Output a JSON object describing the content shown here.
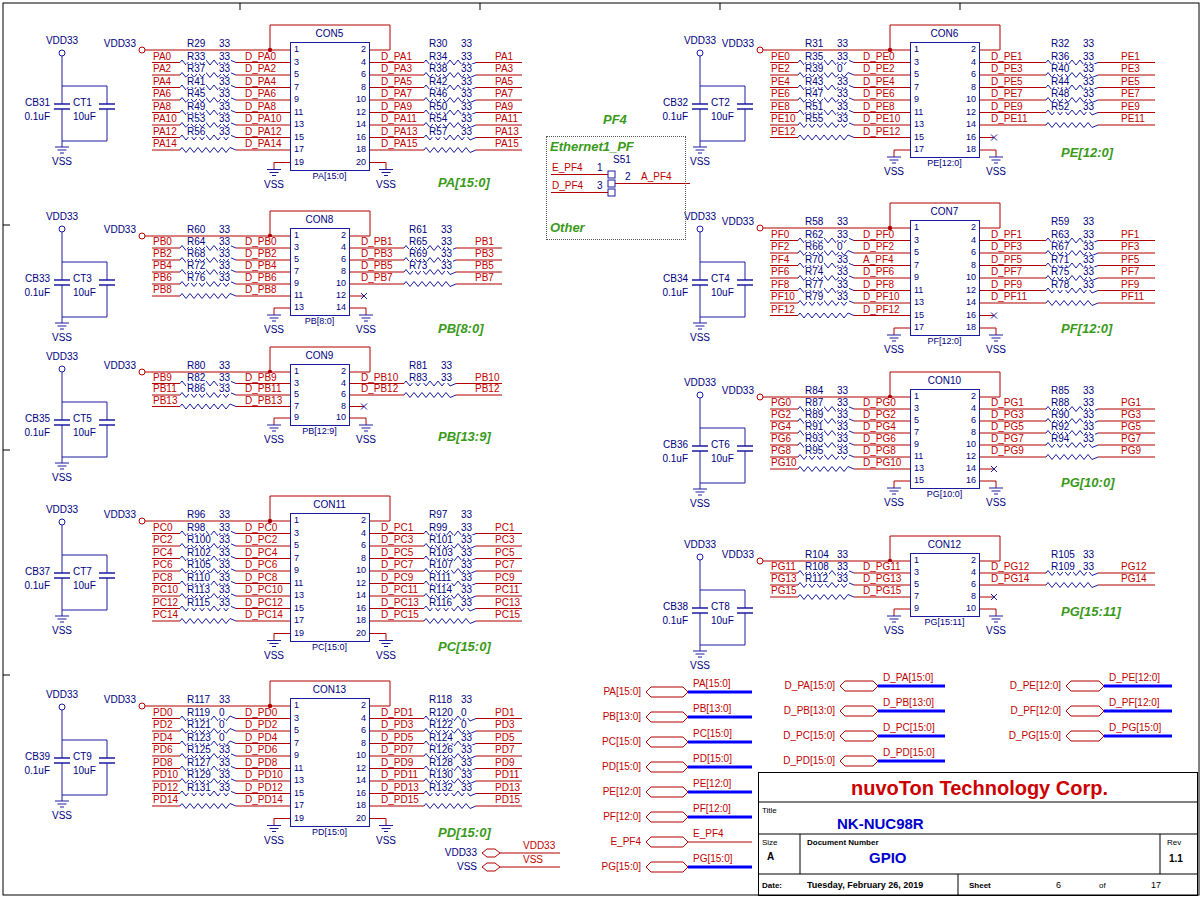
{
  "diagram": {
    "nodes": [
      {
        "text": [
          "CON5",
          "1",
          "2",
          "3",
          "4",
          "5",
          "6",
          "7",
          "8",
          "9",
          "10",
          "11",
          "12",
          "13",
          "14",
          "15",
          "16",
          "17",
          "18",
          "19",
          "20",
          "PA[15:0]"
        ]
      },
      {
        "text": [
          "PF4",
          "Ethernet1_PF",
          "Other"
        ]
      },
      {
        "text": [
          "CON6",
          "1",
          "2",
          "3",
          "4",
          "5",
          "6",
          "7",
          "8",
          "9",
          "10",
          "11",
          "12",
          "13",
          "14",
          "15",
          "16",
          "17",
          "18",
          "PE[12:0]"
        ]
      },
      {
        "text": [
          "CON8",
          "1",
          "2",
          "3",
          "4",
          "5",
          "6",
          "7",
          "8",
          "9",
          "10",
          "11",
          "12",
          "13",
          "14",
          "PB[8:0]"
        ]
      },
      {
        "text": [
          "CON7",
          "1",
          "2",
          "3",
          "4",
          "5",
          "6",
          "7",
          "8",
          "9",
          "10",
          "11",
          "12",
          "13",
          "14",
          "15",
          "16",
          "17",
          "18",
          "PF[12:0]"
        ]
      },
      {
        "text": [
          "CON9",
          "1",
          "2",
          "3",
          "4",
          "5",
          "6",
          "7",
          "8",
          "9",
          "10",
          "PB[12:9]"
        ]
      },
      {
        "text": [
          "CON10",
          "1",
          "2",
          "3",
          "4",
          "5",
          "6",
          "7",
          "8",
          "9",
          "10",
          "11",
          "12",
          "13",
          "14",
          "15",
          "16",
          "PG[10:0]"
        ]
      },
      {
        "text": [
          "CON11",
          "1",
          "2",
          "3",
          "4",
          "5",
          "6",
          "7",
          "8",
          "9",
          "10",
          "11",
          "12",
          "13",
          "14",
          "15",
          "16",
          "17",
          "18",
          "19",
          "20",
          "PC[15:0]"
        ]
      },
      {
        "text": [
          "CON12",
          "1",
          "2",
          "3",
          "4",
          "5",
          "6",
          "7",
          "8",
          "9",
          "10",
          "PG[15:11]"
        ]
      },
      {
        "text": [
          "CON13",
          "1",
          "2",
          "3",
          "4",
          "5",
          "6",
          "7",
          "8",
          "9",
          "10",
          "11",
          "12",
          "13",
          "14",
          "15",
          "16",
          "17",
          "18",
          "19",
          "20",
          "PD[15:0]"
        ]
      },
      {
        "text": [
          "nuvoTon Technology Corp.",
          "Title",
          "NK-NUC98R",
          "Size",
          "A",
          "Document Number",
          "GPIO",
          "Rev",
          "1.1",
          "Date:",
          "Tuesday, February 26, 2019",
          "Sheet",
          "6",
          "of",
          "17"
        ]
      }
    ],
    "labels": [
      "VDD33",
      "CB31",
      "0.1uF",
      "CT1",
      "10uF",
      "VSS",
      "VDD33",
      "R29",
      "33",
      "R30",
      "33",
      "PA0",
      "R33",
      "33",
      "D_PA0",
      "PA2",
      "R37",
      "33",
      "D_PA2",
      "PA4",
      "R41",
      "33",
      "D_PA4",
      "PA6",
      "R45",
      "33",
      "D_PA6",
      "PA8",
      "R49",
      "33",
      "D_PA8",
      "PA10",
      "R53",
      "33",
      "D_PA10",
      "PA12",
      "R56",
      "33",
      "D_PA12",
      "PA14",
      "D_PA14",
      "D_PA1",
      "R34",
      "33",
      "PA1",
      "D_PA3",
      "R38",
      "33",
      "PA3",
      "D_PA5",
      "R42",
      "33",
      "PA5",
      "D_PA7",
      "R46",
      "33",
      "PA7",
      "D_PA9",
      "R50",
      "33",
      "PA9",
      "D_PA11",
      "R54",
      "33",
      "PA11",
      "D_PA13",
      "R57",
      "33",
      "PA13",
      "D_PA15",
      "PA15",
      "VSS",
      "VSS",
      "PA[15:0]",
      "VDD33",
      "CB32",
      "0.1uF",
      "CT2",
      "10uF",
      "VSS",
      "VDD33",
      "R31",
      "33",
      "R32",
      "33",
      "PE0",
      "R35",
      "33",
      "D_PE0",
      "PE2",
      "R39",
      "0",
      "D_PE2",
      "PE4",
      "R43",
      "33",
      "D_PE4",
      "PE6",
      "R47",
      "33",
      "D_PE6",
      "PE8",
      "R51",
      "33",
      "D_PE8",
      "PE10",
      "R55",
      "33",
      "D_PE10",
      "PE12",
      "D_PE12",
      "D_PE1",
      "R36",
      "33",
      "PE1",
      "D_PE3",
      "R40",
      "33",
      "PE3",
      "D_PE5",
      "R44",
      "33",
      "PE5",
      "D_PE7",
      "R48",
      "33",
      "PE7",
      "D_PE9",
      "R52",
      "33",
      "PE9",
      "D_PE11",
      "PE11",
      "VSS",
      "VSS",
      "PE[12:0]",
      "VDD33",
      "CB33",
      "0.1uF",
      "CT3",
      "10uF",
      "VSS",
      "VDD33",
      "R60",
      "33",
      "R61",
      "33",
      "PB0",
      "R64",
      "33",
      "D_PB0",
      "PB2",
      "R68",
      "33",
      "D_PB2",
      "PB4",
      "R72",
      "33",
      "D_PB4",
      "PB6",
      "R76",
      "33",
      "D_PB6",
      "PB8",
      "D_PB8",
      "D_PB1",
      "R65",
      "33",
      "PB1",
      "D_PB3",
      "R69",
      "33",
      "PB3",
      "D_PB5",
      "R73",
      "33",
      "PB5",
      "D_PB7",
      "PB7",
      "VSS",
      "VSS",
      "PB[8:0]",
      "VDD33",
      "CB34",
      "0.1uF",
      "CT4",
      "10uF",
      "VSS",
      "VDD33",
      "R58",
      "33",
      "R59",
      "33",
      "PF0",
      "R62",
      "33",
      "D_PF0",
      "PF2",
      "R66",
      "0",
      "D_PF2",
      "PF4",
      "R70",
      "33",
      "A_PF4",
      "PF6",
      "R74",
      "33",
      "D_PF6",
      "PF8",
      "R77",
      "33",
      "D_PF8",
      "PF10",
      "R79",
      "33",
      "D_PF10",
      "PF12",
      "D_PF12",
      "D_PF1",
      "R63",
      "33",
      "PF1",
      "D_PF3",
      "R67",
      "33",
      "PF3",
      "D_PF5",
      "R71",
      "33",
      "PF5",
      "D_PF7",
      "R75",
      "33",
      "PF7",
      "D_PF9",
      "R78",
      "33",
      "PF9",
      "D_PF11",
      "PF11",
      "VSS",
      "VSS",
      "PF[12:0]",
      "VDD33",
      "CB35",
      "0.1uF",
      "CT5",
      "10uF",
      "VSS",
      "VDD33",
      "R80",
      "33",
      "R81",
      "33",
      "PB9",
      "R82",
      "33",
      "D_PB9",
      "PB11",
      "R86",
      "33",
      "D_PB11",
      "PB13",
      "D_PB13",
      "D_PB10",
      "R83",
      "33",
      "PB10",
      "D_PB12",
      "PB12",
      "VSS",
      "VSS",
      "PB[13:9]",
      "VDD33",
      "CB36",
      "0.1uF",
      "CT6",
      "10uF",
      "VSS",
      "VDD33",
      "R84",
      "33",
      "R85",
      "33",
      "PG0",
      "R87",
      "33",
      "D_PG0",
      "PG2",
      "R89",
      "33",
      "D_PG2",
      "PG4",
      "R91",
      "33",
      "D_PG4",
      "PG6",
      "R93",
      "33",
      "D_PG6",
      "PG8",
      "R95",
      "33",
      "D_PG8",
      "PG10",
      "D_PG10",
      "D_PG1",
      "R88",
      "33",
      "PG1",
      "D_PG3",
      "R90",
      "33",
      "PG3",
      "D_PG5",
      "R92",
      "33",
      "PG5",
      "D_PG7",
      "R94",
      "33",
      "PG7",
      "D_PG9",
      "PG9",
      "VSS",
      "VSS",
      "PG[10:0]",
      "VDD33",
      "CB37",
      "0.1uF",
      "CT7",
      "10uF",
      "VSS",
      "VDD33",
      "R96",
      "33",
      "R97",
      "33",
      "PC0",
      "R98",
      "33",
      "D_PC0",
      "PC2",
      "R100",
      "33",
      "D_PC2",
      "PC4",
      "R102",
      "33",
      "D_PC4",
      "PC6",
      "R105",
      "33",
      "D_PC6",
      "PC8",
      "R110",
      "33",
      "D_PC8",
      "PC10",
      "R113",
      "33",
      "D_PC10",
      "PC12",
      "R115",
      "33",
      "D_PC12",
      "PC14",
      "D_PC14",
      "D_PC1",
      "R99",
      "33",
      "PC1",
      "D_PC3",
      "R101",
      "33",
      "PC3",
      "D_PC5",
      "R103",
      "33",
      "PC5",
      "D_PC7",
      "R107",
      "33",
      "PC7",
      "D_PC9",
      "R111",
      "33",
      "PC9",
      "D_PC11",
      "R114",
      "33",
      "PC11",
      "D_PC13",
      "R116",
      "33",
      "PC13",
      "D_PC15",
      "PC15",
      "VSS",
      "VSS",
      "PC[15:0]",
      "VDD33",
      "CB38",
      "0.1uF",
      "CT8",
      "10uF",
      "VSS",
      "VDD33",
      "R104",
      "33",
      "R105",
      "33",
      "PG11",
      "R108",
      "33",
      "D_PG11",
      "PG13",
      "R112",
      "33",
      "D_PG13",
      "PG15",
      "D_PG15",
      "D_PG12",
      "R109",
      "33",
      "PG12",
      "D_PG14",
      "PG14",
      "VSS",
      "VSS",
      "PG[15:11]",
      "VDD33",
      "CB39",
      "0.1uF",
      "CT9",
      "10uF",
      "VSS",
      "VDD33",
      "R117",
      "33",
      "R118",
      "33",
      "PD0",
      "R119",
      "0",
      "D_PD0",
      "PD2",
      "R121",
      "0",
      "D_PD2",
      "PD4",
      "R123",
      "0",
      "D_PD4",
      "PD6",
      "R125",
      "33",
      "D_PD6",
      "PD8",
      "R127",
      "33",
      "D_PD8",
      "PD10",
      "R129",
      "33",
      "D_PD10",
      "PD12",
      "R131",
      "33",
      "D_PD12",
      "PD14",
      "D_PD14",
      "D_PD1",
      "R120",
      "0",
      "PD1",
      "D_PD3",
      "R122",
      "0",
      "PD3",
      "D_PD5",
      "R124",
      "33",
      "PD5",
      "D_PD7",
      "R126",
      "33",
      "PD7",
      "D_PD9",
      "R128",
      "33",
      "PD9",
      "D_PD11",
      "R130",
      "33",
      "PD11",
      "D_PD13",
      "R132",
      "33",
      "PD13",
      "D_PD15",
      "PD15",
      "VSS",
      "VSS",
      "PD[15:0]",
      "S51",
      "E_PF4",
      "1",
      "D_PF4",
      "3",
      "2",
      "A_PF4",
      "PA[15:0]",
      "PA[15:0]",
      "PB[13:0]",
      "PB[13:0]",
      "PC[15:0]",
      "PC[15:0]",
      "PD[15:0]",
      "PD[15:0]",
      "PE[12:0]",
      "PE[12:0]",
      "PF[12:0]",
      "PF[12:0]",
      "E_PF4",
      "E_PF4",
      "PG[15:0]",
      "PG[15:0]",
      "VDD33",
      "VSS",
      "VDD33",
      "VSS",
      "D_PA[15:0]",
      "D_PA[15:0]",
      "D_PB[13:0]",
      "D_PB[13:0]",
      "D_PC[15:0]",
      "D_PC[15:0]",
      "D_PD[15:0]",
      "D_PD[15:0]",
      "D_PE[12:0]",
      "D_PE[12:0]",
      "D_PF[12:0]",
      "D_PF[12:0]",
      "D_PG[15:0]",
      "D_PG[15:0]"
    ]
  }
}
